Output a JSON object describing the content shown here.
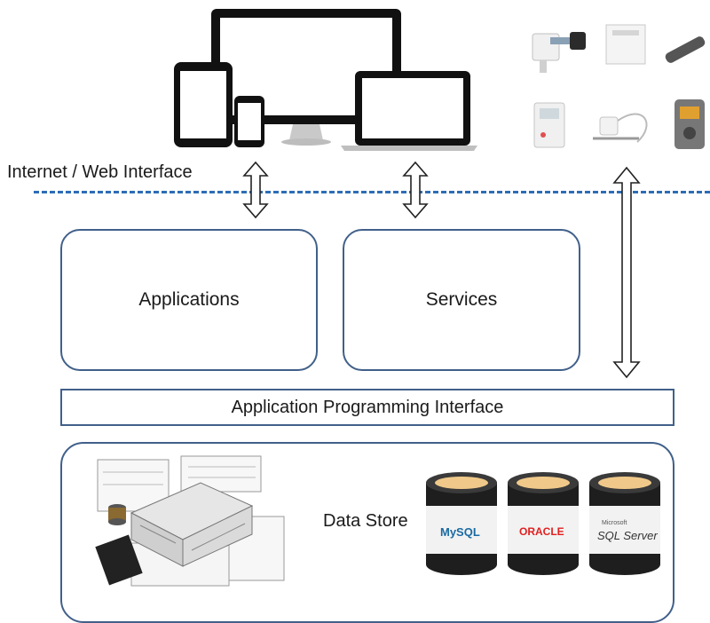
{
  "internet_label": "Internet / Web Interface",
  "applications_label": "Applications",
  "services_label": "Services",
  "api_label": "Application Programming Interface",
  "datastore_label": "Data Store",
  "db_logos": [
    "MySQL",
    "ORACLE",
    "SQL Server"
  ],
  "db_logo_small": "Microsoft",
  "colors": {
    "border": "#41608a",
    "dashed_line": "#2e6db6",
    "mysql": "#1a6aa2",
    "oracle": "#e02020"
  }
}
